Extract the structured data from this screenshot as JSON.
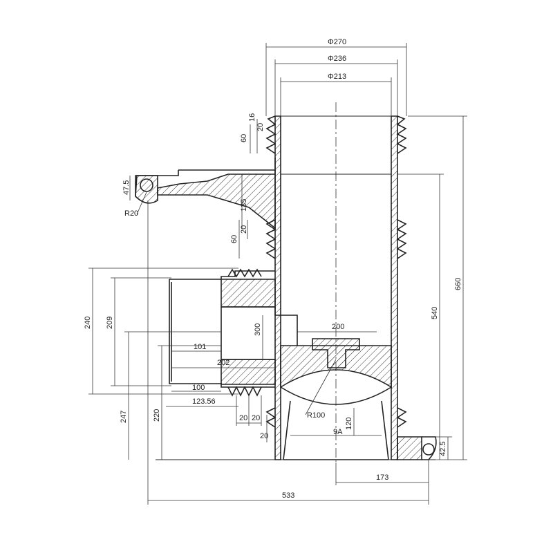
{
  "dimensions": {
    "d270": "Φ270",
    "d236": "Φ236",
    "d213": "Φ213",
    "v16": "16",
    "v20a": "20",
    "v60a": "60",
    "v47_5": "47.5",
    "r20": "R20",
    "v135": "135",
    "v20b": "20",
    "v60b": "60",
    "v240": "240",
    "v209": "209",
    "v300": "300",
    "v200": "200",
    "v101": "101",
    "v202": "202",
    "v100": "100",
    "v123_56": "123.56",
    "v20c": "20",
    "v20d": "20",
    "v20e": "20",
    "r100": "R100",
    "v9a": "9A",
    "v120": "120",
    "v247": "247",
    "v220": "220",
    "v540": "540",
    "v660": "660",
    "v42_5": "42.5",
    "v173": "173",
    "v533": "533"
  }
}
